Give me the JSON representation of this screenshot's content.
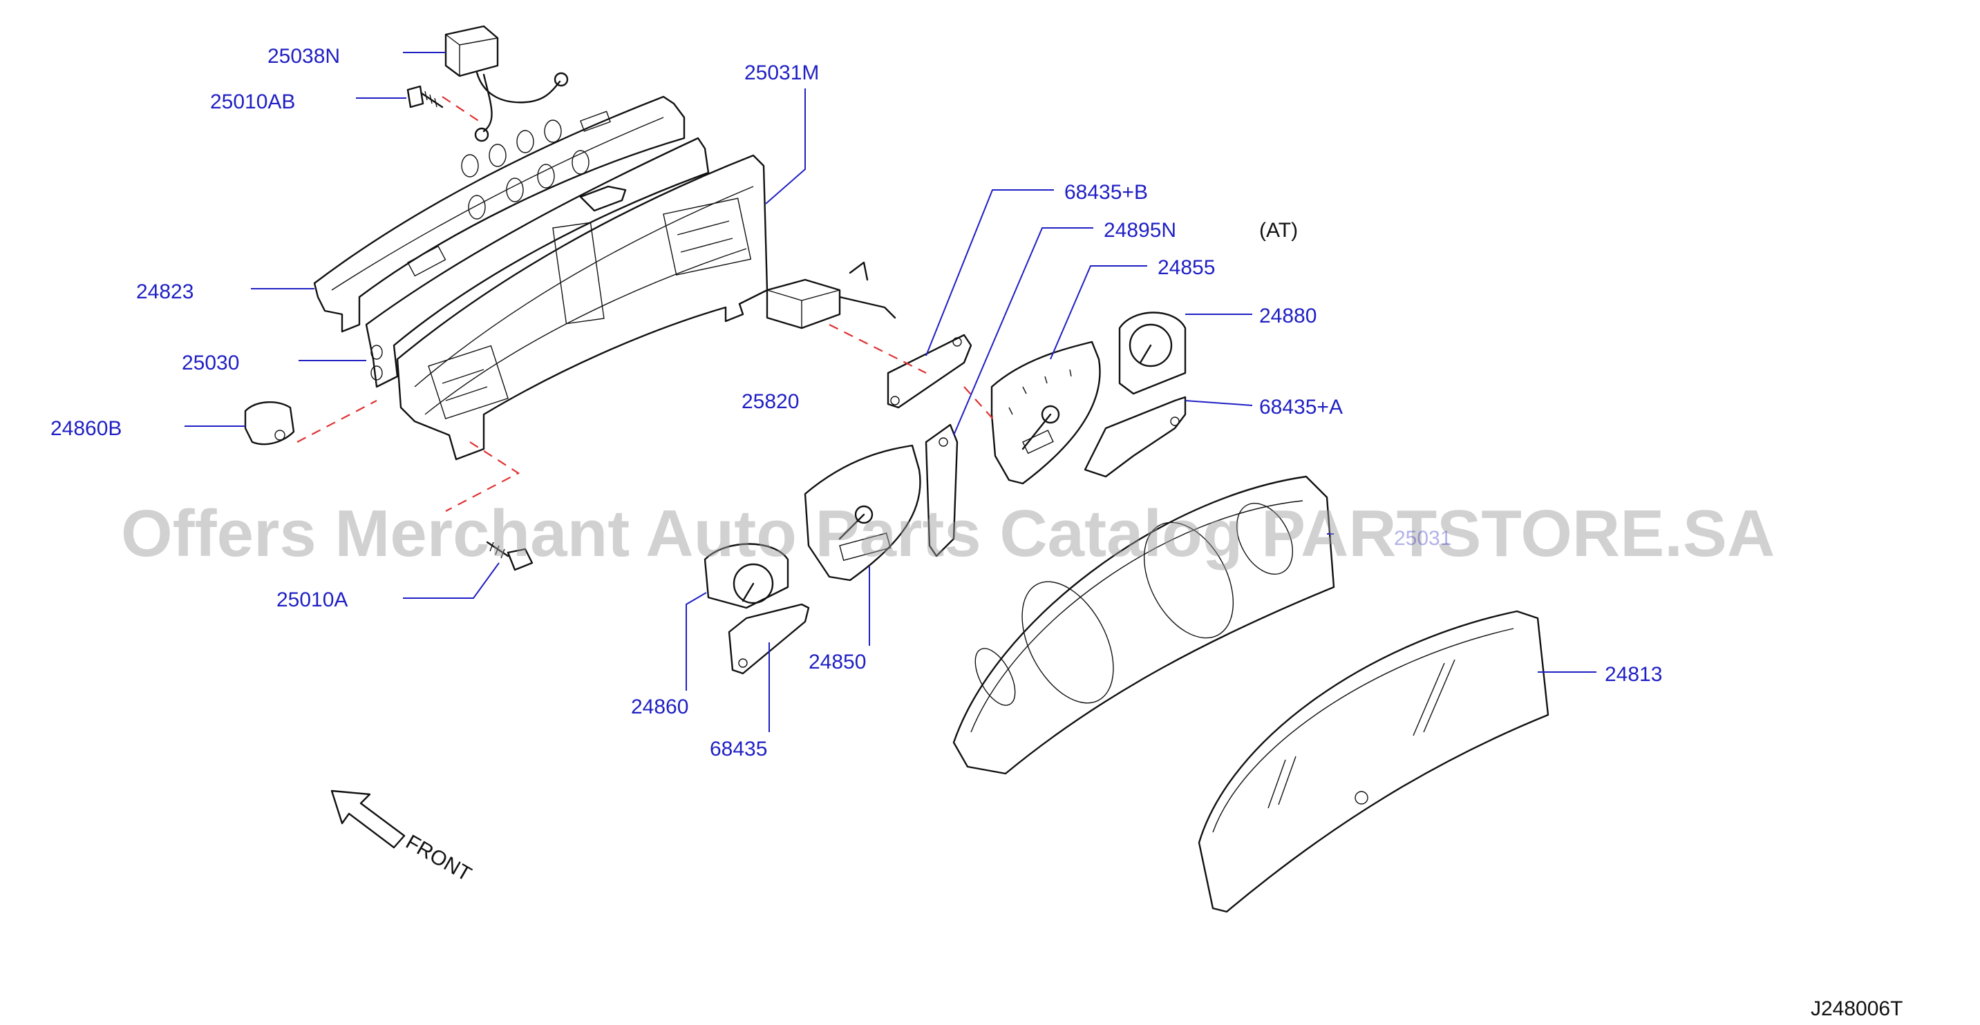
{
  "labels": {
    "p25038N": "25038N",
    "p25010AB": "25010AB",
    "p25031M": "25031M",
    "p68435B": "68435+B",
    "p24895N": "24895N",
    "at": "(AT)",
    "p24855": "24855",
    "p24823": "24823",
    "p24880": "24880",
    "p25030": "25030",
    "p68435A": "68435+A",
    "p25820": "25820",
    "p24860B": "24860B",
    "p25031": "25031",
    "p25010A": "25010A",
    "p24850": "24850",
    "p24813": "24813",
    "p24860": "24860",
    "p68435": "68435",
    "front": "FRONT",
    "diagram_id": "J248006T"
  },
  "watermark": "Offers Merchant Auto Parts Catalog PARTSTORE.SA",
  "colors": {
    "label": "#1f1fc4",
    "line": "#111111",
    "dashed": "#e03030",
    "watermark": "#9a9a9a"
  }
}
